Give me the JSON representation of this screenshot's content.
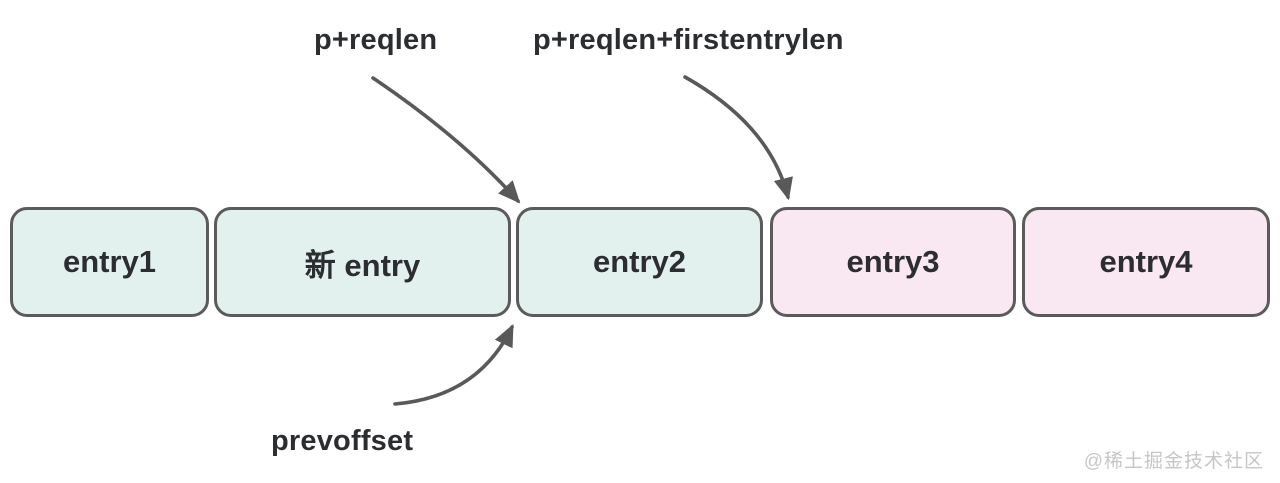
{
  "diagram": {
    "pointer_labels": {
      "p_reqlen": "p+reqlen",
      "p_reqlen_firstentrylen": "p+reqlen+firstentrylen",
      "prevoffset": "prevoffset"
    },
    "entries": [
      {
        "label": "entry1",
        "color": "mint"
      },
      {
        "label": "新 entry",
        "color": "mint"
      },
      {
        "label": "entry2",
        "color": "mint"
      },
      {
        "label": "entry3",
        "color": "pink"
      },
      {
        "label": "entry4",
        "color": "pink"
      }
    ],
    "colors": {
      "mint": "#e2f1ee",
      "pink": "#f9e7f1",
      "border": "#5b5b5b",
      "arrow": "#595959",
      "text": "#2b2d30",
      "watermark": "#c6c6c6"
    },
    "watermark": "@稀土掘金技术社区"
  }
}
